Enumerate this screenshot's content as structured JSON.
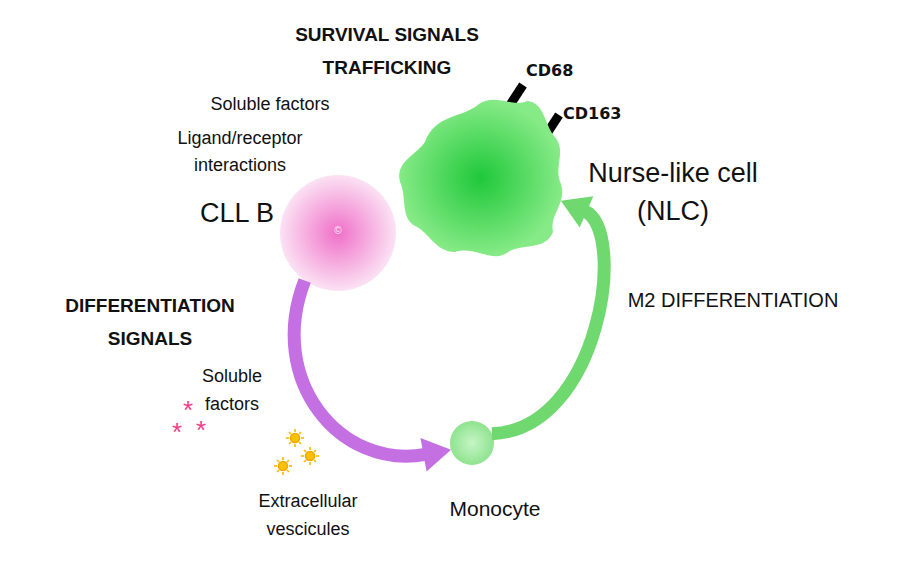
{
  "diagram": {
    "nodes": [
      {
        "text": [
          "Nurse-like cell (NLC)"
        ]
      },
      {
        "text": [
          "CLL B",
          "©"
        ]
      },
      {
        "text": [
          "Monocyte"
        ]
      }
    ],
    "edges": [
      {
        "from": 1,
        "to": 2,
        "arrow": "to"
      },
      {
        "from": 2,
        "to": 0,
        "arrow": "to",
        "label": "M2 DIFFERENTIATION"
      }
    ],
    "labels": [
      "SURVIVAL SIGNALS TRAFFICKING",
      "Soluble factors",
      "Ligand/receptor interactions",
      "CD68",
      "CD163",
      "DIFFERENTIATION SIGNALS",
      "Soluble factors",
      "*",
      "*",
      "*",
      "Extracellular vescicules"
    ]
  }
}
